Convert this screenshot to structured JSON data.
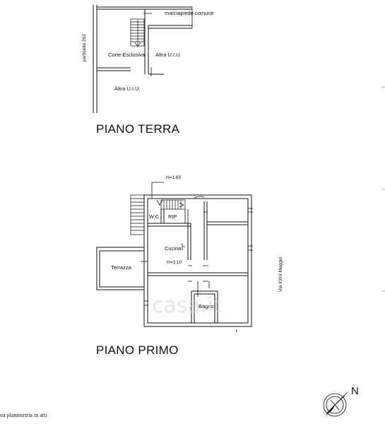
{
  "ground_floor": {
    "title": "PIANO TERRA",
    "labels": {
      "sidewalk": "marciapiede comune",
      "court": "Corte Esclusiva",
      "other_unit_right": "Altra U.I.U.",
      "other_unit_bottom": "Altra U.I.U.",
      "parcel": "particella 263"
    }
  },
  "first_floor": {
    "title": "PIANO PRIMO",
    "labels": {
      "height_upper": "H=1.65",
      "wc": "W.C.",
      "storage": "RIP",
      "kitchen": "Cucina",
      "height_kitchen": "H=3.10",
      "terrace": "Terrazza",
      "bathroom": "Bagno",
      "street": "Via XXIV Maggio"
    }
  },
  "north_label": "N",
  "watermark": "casa.it",
  "footer_note": "na planimetria in atti",
  "colors": {
    "line": "#111111",
    "watermark": "#cfd6dc"
  }
}
